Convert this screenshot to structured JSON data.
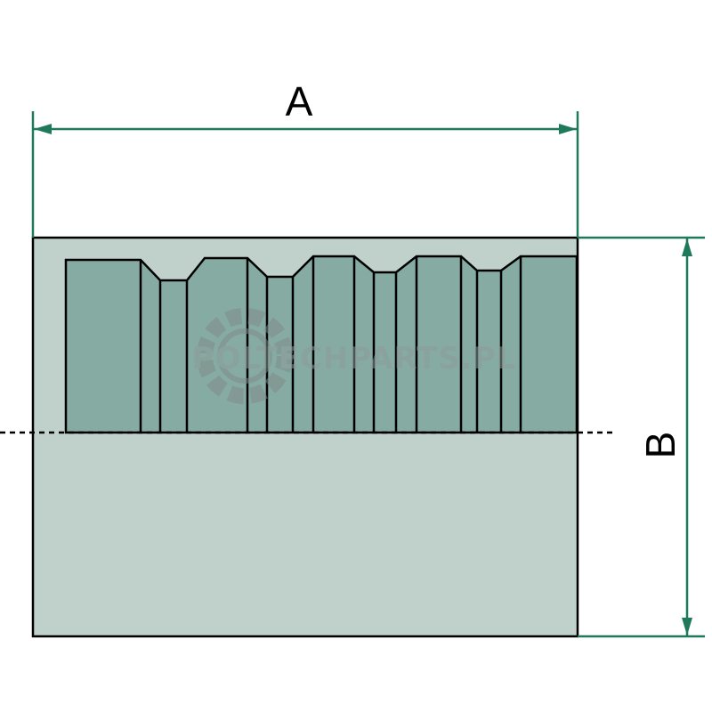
{
  "dimensions": {
    "width_label": "A",
    "height_label": "B"
  },
  "watermark": {
    "text": "POLTECHPARTS.PL"
  },
  "colors": {
    "dimension_line": "#1f7a5c",
    "body_fill": "#c0d1cb",
    "section_fill": "#86aba3",
    "outline": "#000000",
    "watermark": "#8f9c98"
  },
  "icons": {
    "watermark_logo": "gear-icon",
    "dimension_arrow": "arrowhead-icon"
  }
}
